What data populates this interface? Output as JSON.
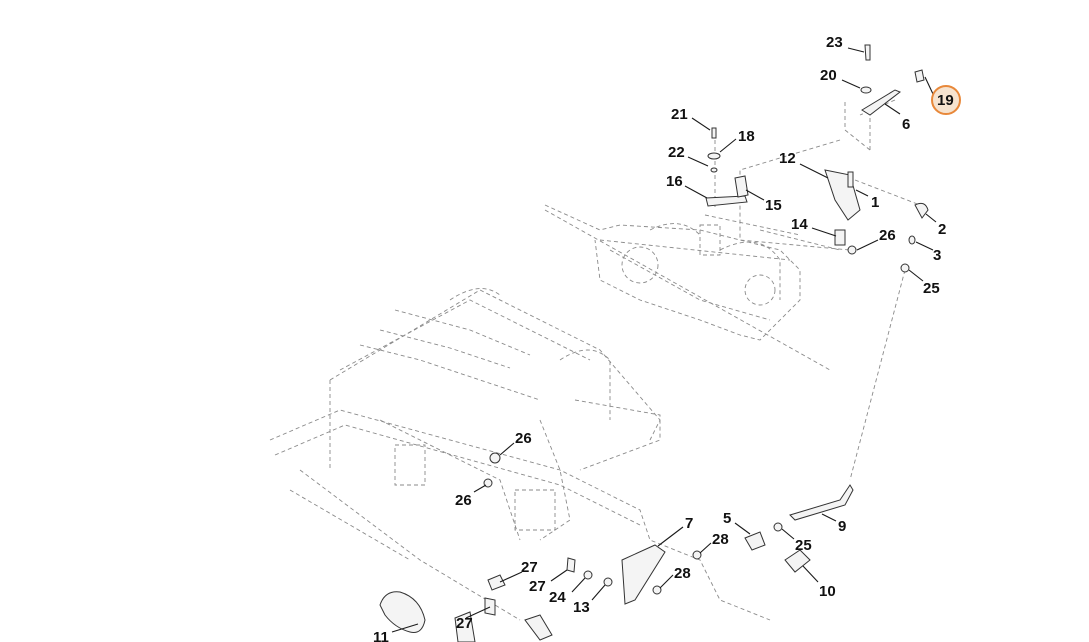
{
  "callouts": [
    {
      "id": "c23",
      "label": "23"
    },
    {
      "id": "c20",
      "label": "20"
    },
    {
      "id": "c19",
      "label": "19",
      "highlighted": true
    },
    {
      "id": "c6",
      "label": "6"
    },
    {
      "id": "c21",
      "label": "21"
    },
    {
      "id": "c18",
      "label": "18"
    },
    {
      "id": "c22",
      "label": "22"
    },
    {
      "id": "c12",
      "label": "12"
    },
    {
      "id": "c16",
      "label": "16"
    },
    {
      "id": "c15",
      "label": "15"
    },
    {
      "id": "c1",
      "label": "1"
    },
    {
      "id": "c2",
      "label": "2"
    },
    {
      "id": "c14",
      "label": "14"
    },
    {
      "id": "c26a",
      "label": "26"
    },
    {
      "id": "c3",
      "label": "3"
    },
    {
      "id": "c25a",
      "label": "25"
    },
    {
      "id": "c26b",
      "label": "26"
    },
    {
      "id": "c26c",
      "label": "26"
    },
    {
      "id": "c7",
      "label": "7"
    },
    {
      "id": "c5",
      "label": "5"
    },
    {
      "id": "c28a",
      "label": "28"
    },
    {
      "id": "c9",
      "label": "9"
    },
    {
      "id": "c25b",
      "label": "25"
    },
    {
      "id": "c27a",
      "label": "27"
    },
    {
      "id": "c27b",
      "label": "27"
    },
    {
      "id": "c24",
      "label": "24"
    },
    {
      "id": "c28b",
      "label": "28"
    },
    {
      "id": "c13",
      "label": "13"
    },
    {
      "id": "c10",
      "label": "10"
    },
    {
      "id": "c27c",
      "label": "27"
    },
    {
      "id": "c11",
      "label": "11"
    }
  ],
  "colors": {
    "highlight_ring": "#e8883a",
    "text": "#111111",
    "line": "#7a7a7a"
  }
}
